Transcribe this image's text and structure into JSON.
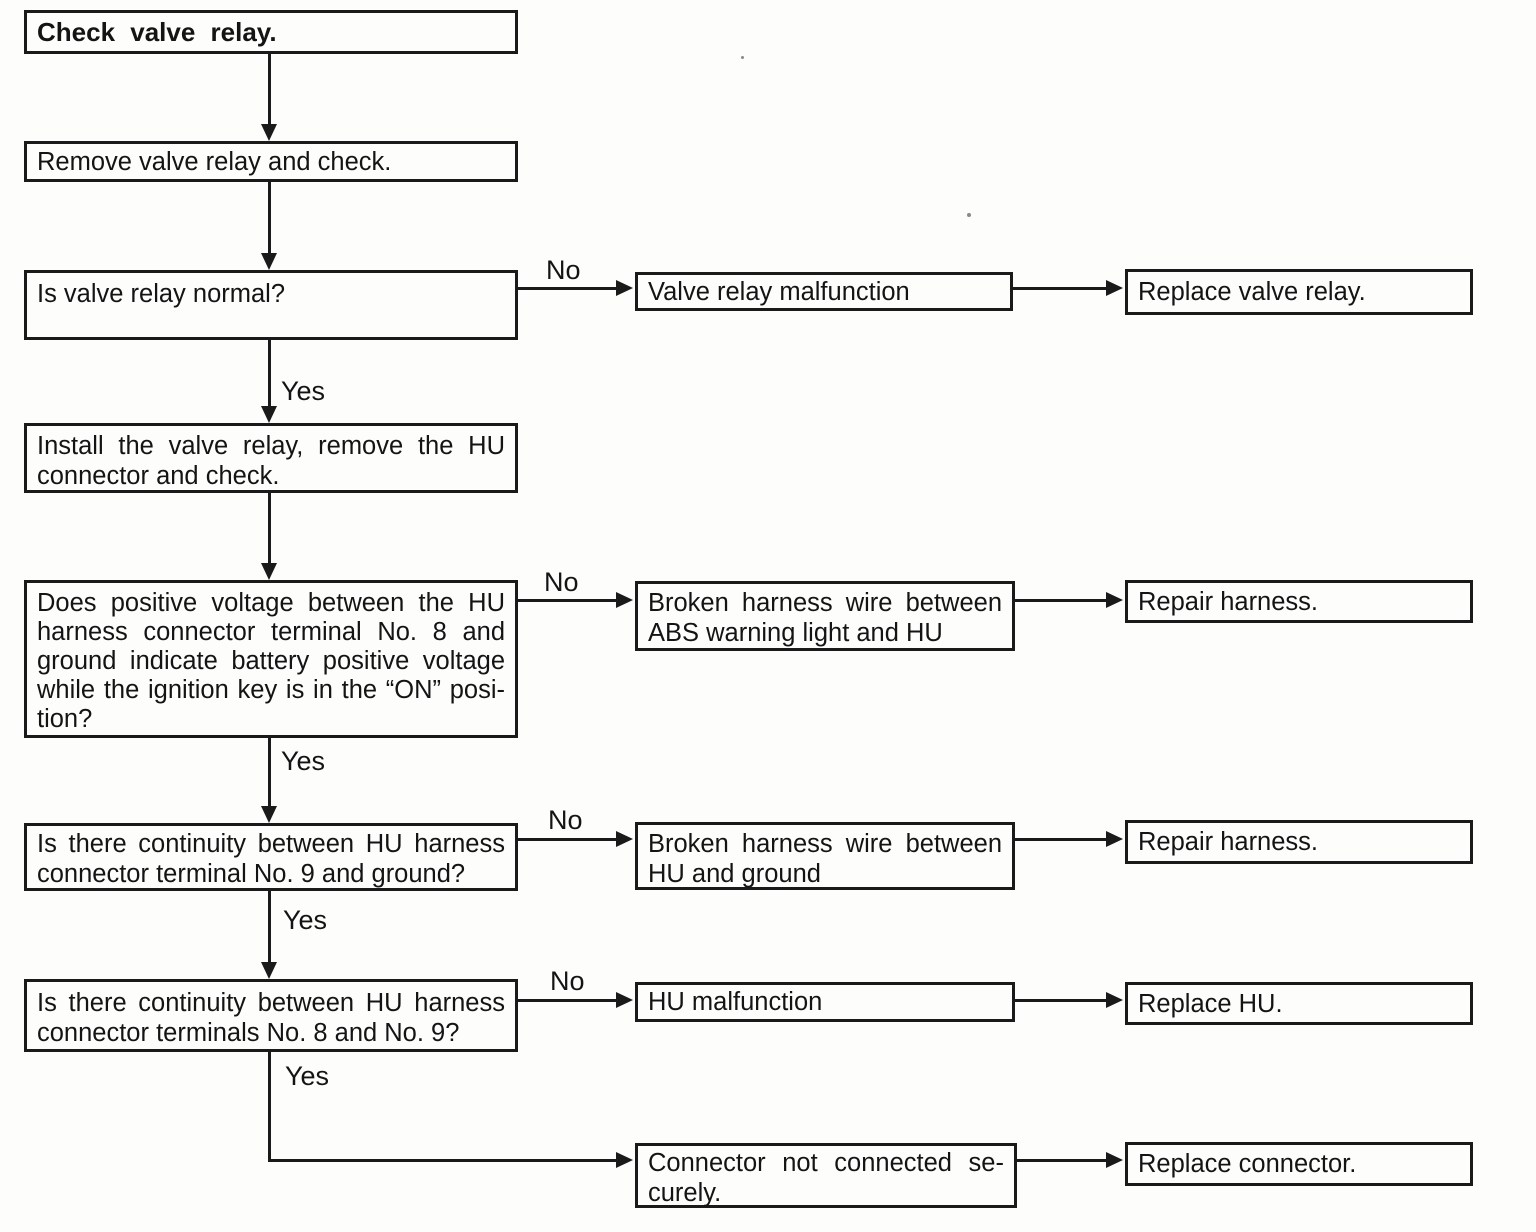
{
  "canvas": {
    "background": "#fdfdfb",
    "ink": "#1a1a1a"
  },
  "labels": {
    "yes": "Yes",
    "no": "No"
  },
  "nodes": {
    "check_valve_relay": {
      "text": "Check valve relay."
    },
    "remove_valve_relay": {
      "text": "Remove valve relay and check."
    },
    "is_valve_relay_normal": {
      "text": "Is valve relay normal?"
    },
    "install_valve_relay": {
      "lines": [
        "Install the valve relay, remove the HU",
        "connector and check."
      ]
    },
    "voltage_check": {
      "lines": [
        "Does positive voltage between the HU",
        "harness connector terminal No. 8 and",
        "ground indicate battery positive voltage",
        "while the ignition key is in the “ON” posi-",
        "tion?"
      ]
    },
    "continuity_ground": {
      "lines": [
        "Is there continuity between HU harness",
        "connector terminal No. 9 and ground?"
      ]
    },
    "continuity_terminals": {
      "lines": [
        "Is there continuity between HU harness",
        "connector terminals No. 8 and No. 9?"
      ]
    },
    "valve_relay_malfunction": {
      "text": "Valve relay malfunction"
    },
    "broken_harness_abs": {
      "lines": [
        "Broken harness wire between",
        "ABS warning light and HU"
      ]
    },
    "broken_harness_ground": {
      "lines": [
        "Broken harness wire between",
        "HU and ground"
      ]
    },
    "hu_malfunction": {
      "text": "HU malfunction"
    },
    "connector_not_connected": {
      "lines": [
        "Connector not connected se-",
        "curely."
      ]
    },
    "replace_valve_relay": {
      "text": "Replace valve relay."
    },
    "repair_harness_1": {
      "text": "Repair harness."
    },
    "repair_harness_2": {
      "text": "Repair harness."
    },
    "replace_hu": {
      "text": "Replace HU."
    },
    "replace_connector": {
      "text": "Replace connector."
    }
  }
}
